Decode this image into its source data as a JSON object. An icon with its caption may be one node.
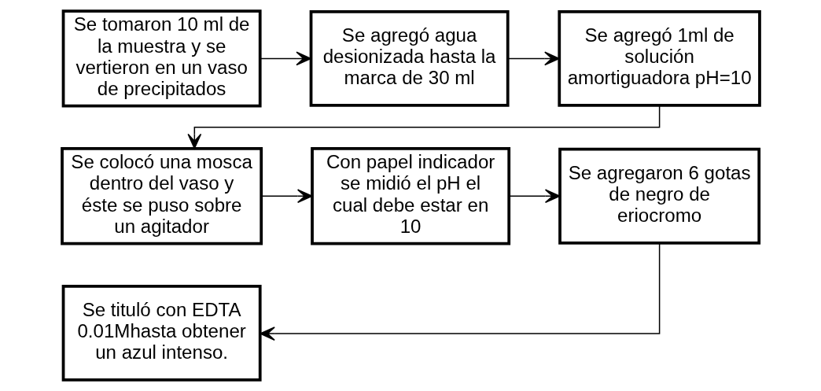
{
  "diagram": {
    "nodes": [
      {
        "text": [
          "Se tomaron 10 ml de la muestra y se vertieron en un vaso de precipitados"
        ]
      },
      {
        "text": [
          "Se agregó agua desionizada hasta la marca de 30 ml"
        ]
      },
      {
        "text": [
          "Se agregó 1ml de solución amortiguadora pH=10"
        ]
      },
      {
        "text": [
          "Se colocó una mosca dentro del vaso y éste se puso sobre un agitador"
        ]
      },
      {
        "text": [
          "Con papel indicador se midió el pH el cual debe estar en 10"
        ]
      },
      {
        "text": [
          "Se agregaron 6 gotas de negro de eriocromo"
        ]
      },
      {
        "text": [
          "Se tituló con EDTA 0.01Mhasta obtener un azul intenso."
        ]
      }
    ],
    "edges": [
      {
        "from": 0,
        "to": 1,
        "arrow": "to"
      },
      {
        "from": 1,
        "to": 2,
        "arrow": "to"
      },
      {
        "from": 2,
        "to": 3,
        "arrow": "to"
      },
      {
        "from": 3,
        "to": 4,
        "arrow": "to"
      },
      {
        "from": 4,
        "to": 5,
        "arrow": "to"
      },
      {
        "from": 5,
        "to": 6,
        "arrow": "to"
      }
    ]
  }
}
